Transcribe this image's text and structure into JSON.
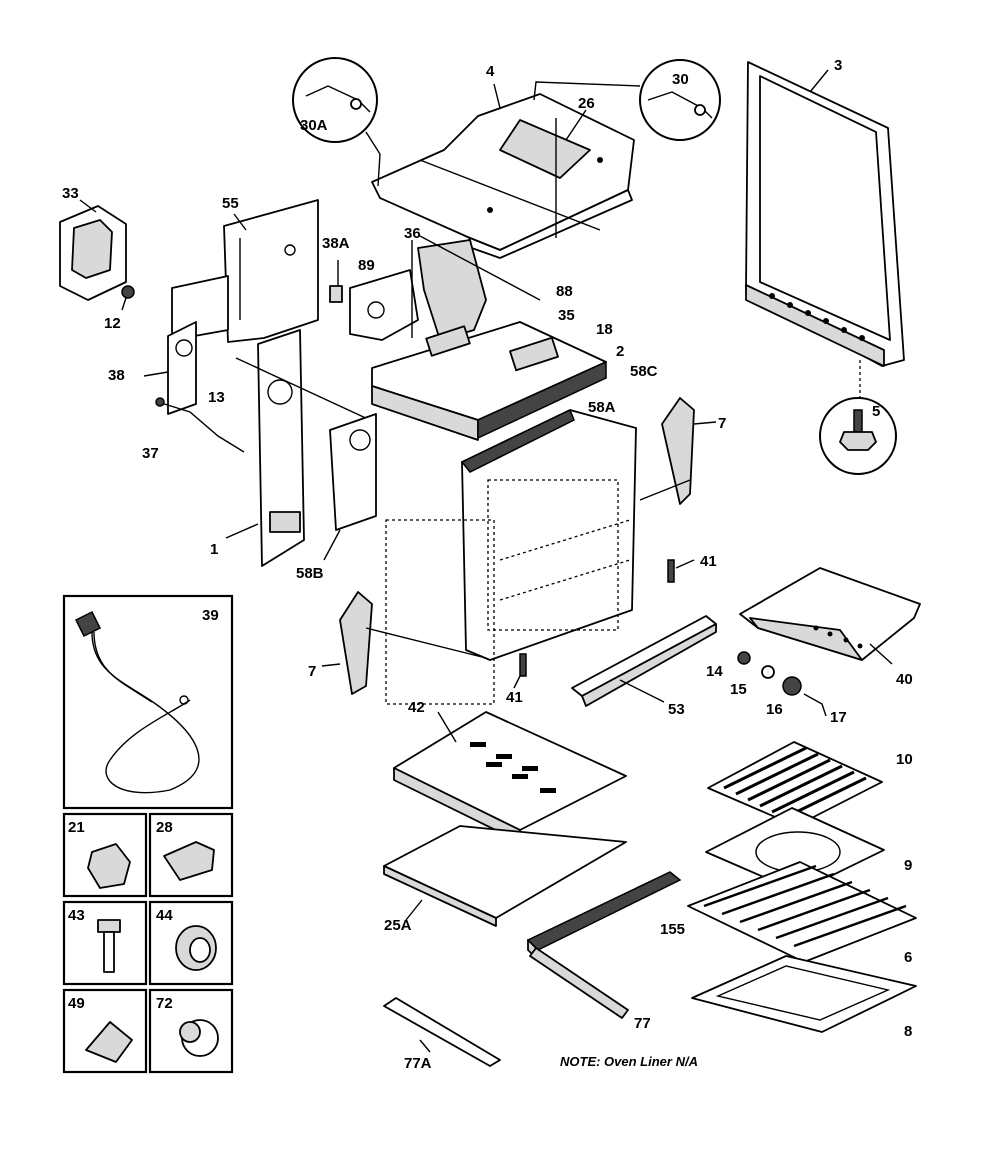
{
  "diagram": {
    "part_labels": {
      "p3": "3",
      "p4": "4",
      "p26": "26",
      "p30": "30",
      "p30a": "30A",
      "p33": "33",
      "p55": "55",
      "p12": "12",
      "p38a": "38A",
      "p36": "36",
      "p89": "89",
      "p88": "88",
      "p35": "35",
      "p18": "18",
      "p2": "2",
      "p58c": "58C",
      "p58a": "58A",
      "p38": "38",
      "p13": "13",
      "p37": "37",
      "p1": "1",
      "p58b": "58B",
      "p5": "5",
      "p7a": "7",
      "p7b": "7",
      "p41a": "41",
      "p41b": "41",
      "p39": "39",
      "p40": "40",
      "p14": "14",
      "p15": "15",
      "p16": "16",
      "p17": "17",
      "p53": "53",
      "p42": "42",
      "p10": "10",
      "p9": "9",
      "p6": "6",
      "p8": "8",
      "p25a": "25A",
      "p155": "155",
      "p77": "77",
      "p77a": "77A",
      "p21": "21",
      "p28": "28",
      "p43": "43",
      "p44": "44",
      "p49": "49",
      "p72": "72"
    },
    "note": "NOTE: Oven Liner N/A"
  }
}
